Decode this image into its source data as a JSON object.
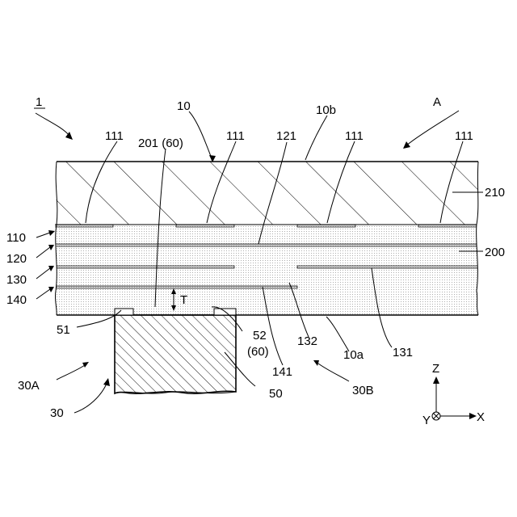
{
  "labels": {
    "assembly": "1",
    "view_ref": "A",
    "substrate": "10",
    "top_face": "10b",
    "bottom_face": "10a",
    "pattern_a": "111",
    "pattern_b": "111",
    "pattern_c": "111",
    "pattern_d": "111",
    "via": "201 (60)",
    "inner_line": "121",
    "upper_layer": "210",
    "lower_layer": "200",
    "layer_110": "110",
    "layer_120": "120",
    "layer_130": "130",
    "layer_140": "140",
    "gap": "T",
    "contact_left": "51",
    "contact_right": "52",
    "contact_right_sub": "(60)",
    "trace_132": "132",
    "trace_131": "131",
    "trace_141": "141",
    "probe": "30",
    "probe_side_a": "30A",
    "probe_side_b": "30B",
    "probe_body": "50",
    "axis_z": "Z",
    "axis_y": "Y",
    "axis_x": "X"
  }
}
